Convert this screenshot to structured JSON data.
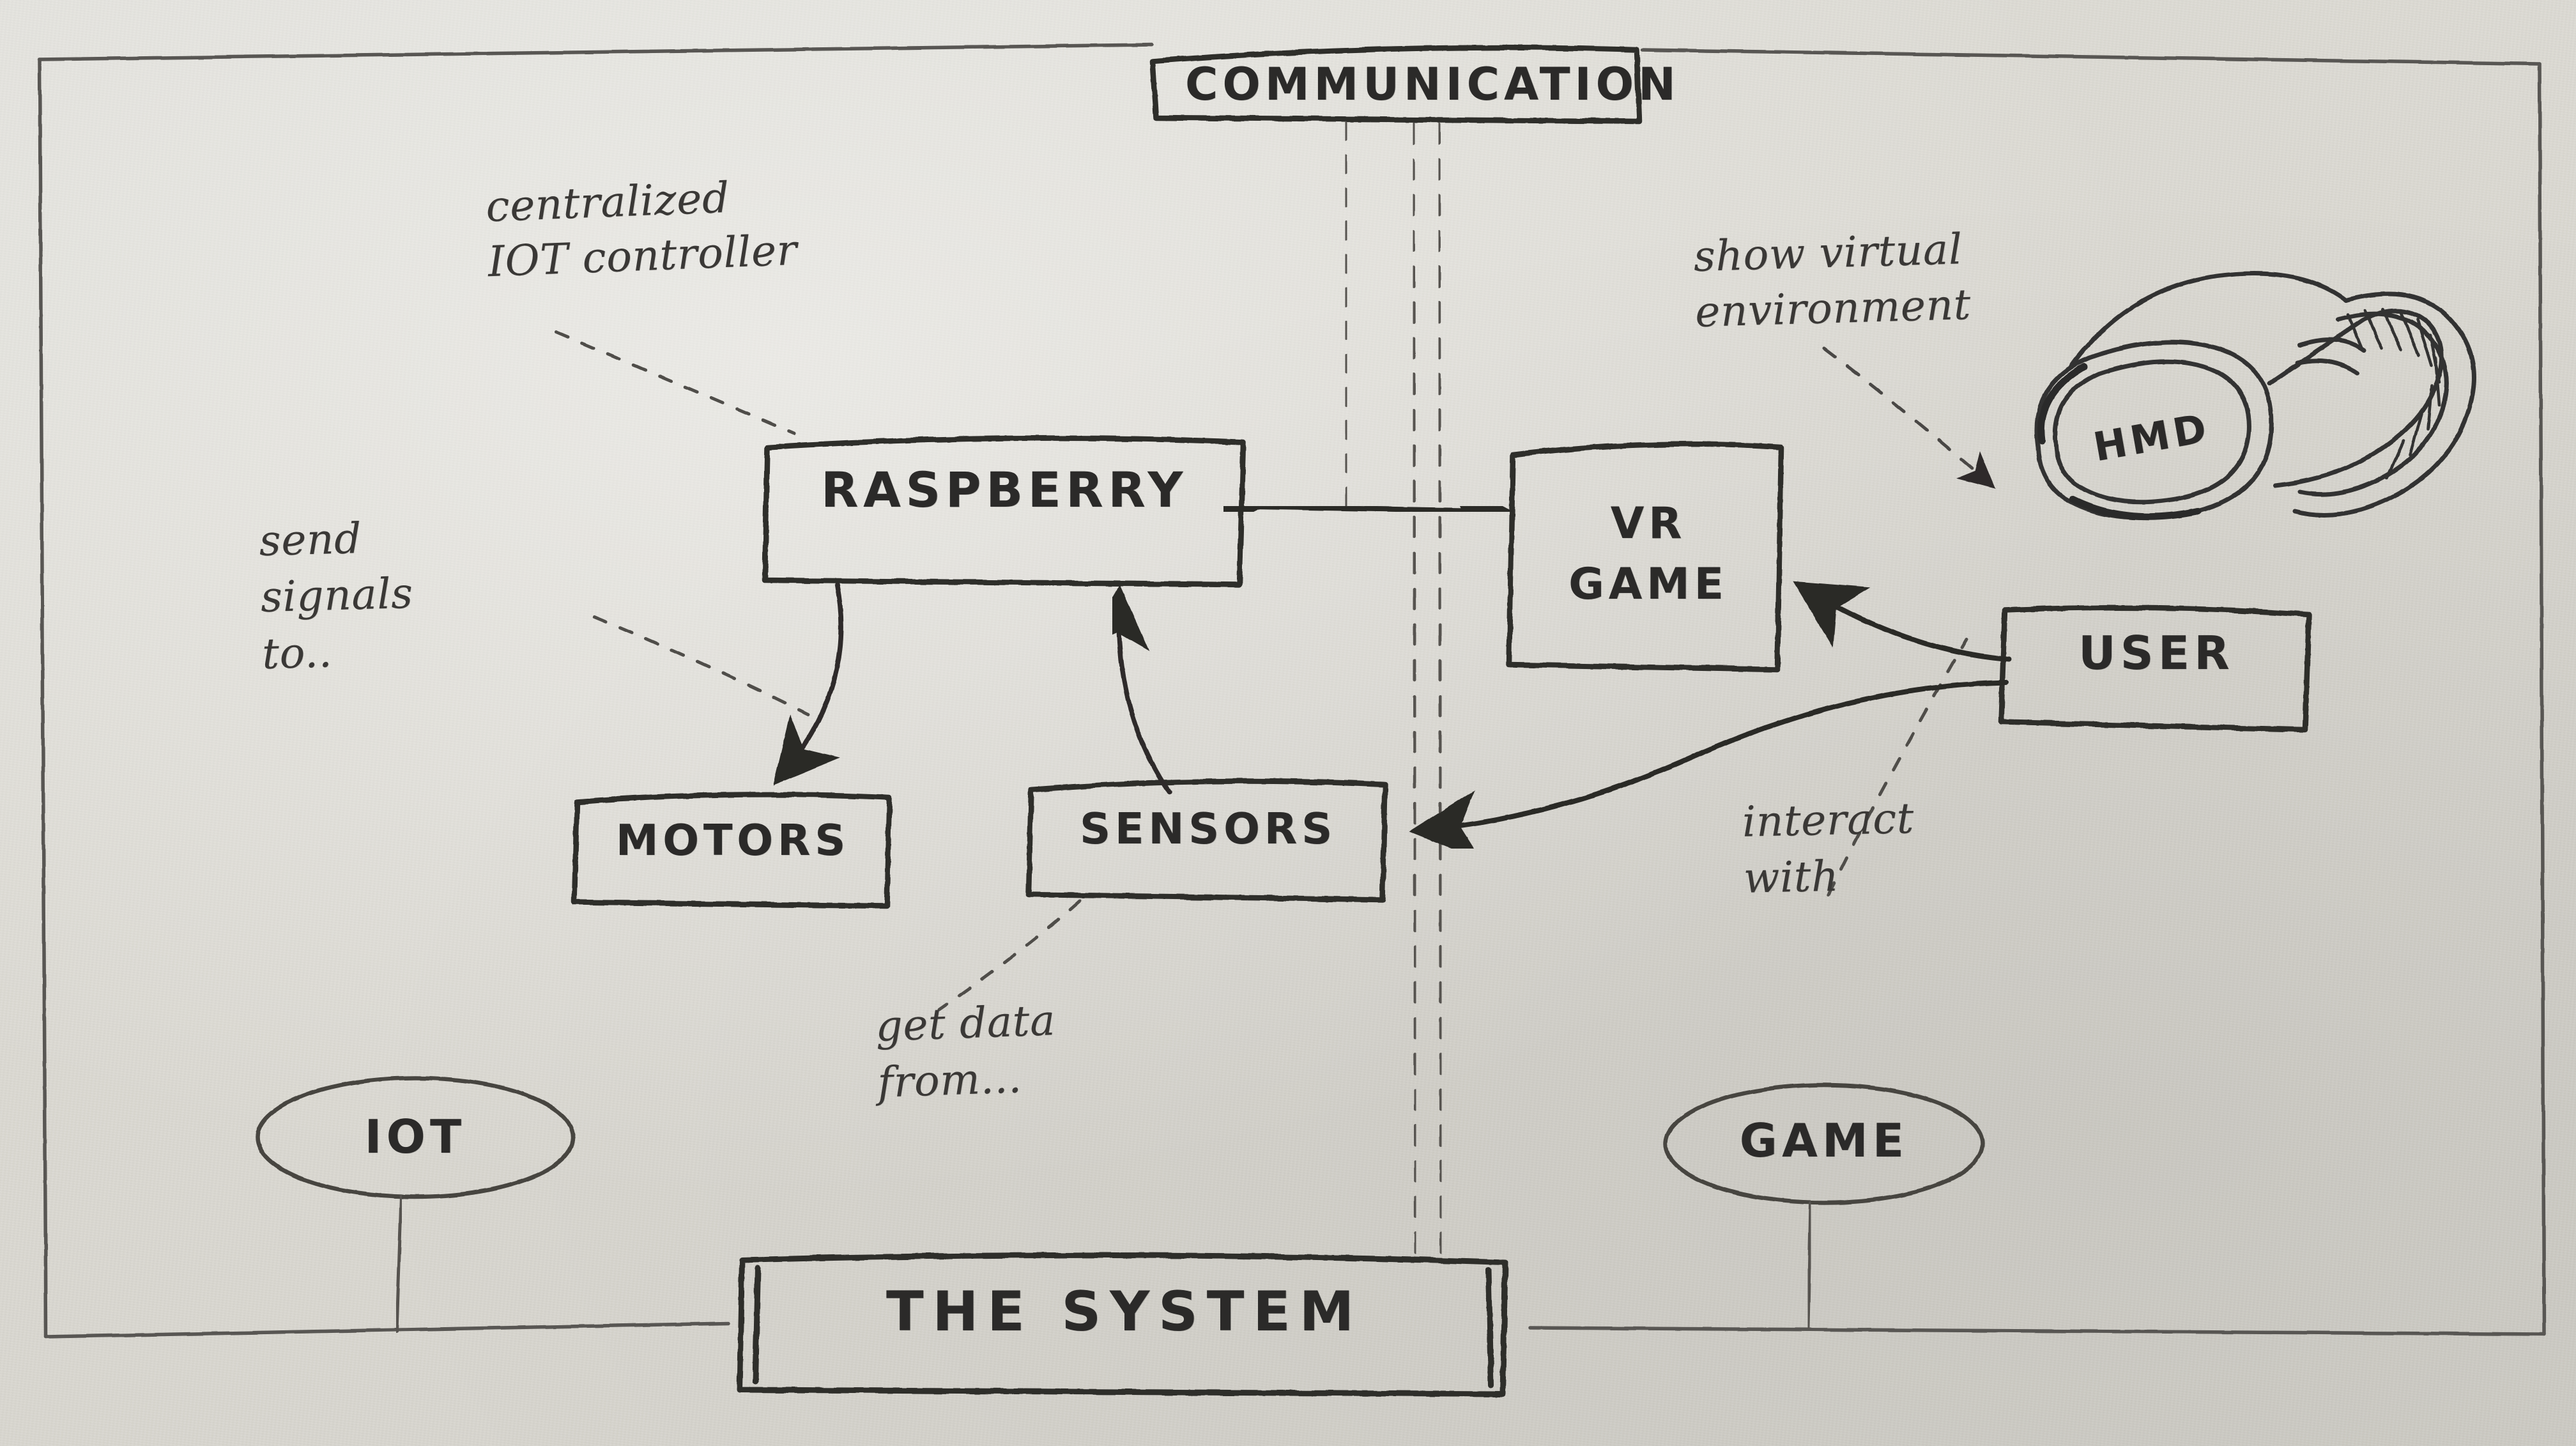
{
  "diagram": {
    "title_box": {
      "label": "THE SYSTEM"
    },
    "top_box": {
      "label": "COMMUNICATION"
    },
    "domains": [
      {
        "id": "iot",
        "label": "IOT"
      },
      {
        "id": "game",
        "label": "GAME"
      }
    ],
    "nodes": [
      {
        "id": "raspberry",
        "label": "RASPBERRY"
      },
      {
        "id": "motors",
        "label": "MOTORS"
      },
      {
        "id": "sensors",
        "label": "SENSORS"
      },
      {
        "id": "vr_game",
        "label": "VR\nGAME"
      },
      {
        "id": "user",
        "label": "USER"
      },
      {
        "id": "hmd",
        "label": "HMD"
      }
    ],
    "annotations": [
      {
        "id": "centralized",
        "text": "centralized\nIOT controller"
      },
      {
        "id": "send_signals",
        "text": "send\nsignals\nto.."
      },
      {
        "id": "get_data",
        "text": "get data\nfrom..."
      },
      {
        "id": "show_virtual",
        "text": "show virtual\nenvironment"
      },
      {
        "id": "interact",
        "text": "interact\nwith"
      }
    ],
    "colors": {
      "paper": "#dddcd6",
      "ink": "#3a3836",
      "ink_dark": "#2b2a29",
      "ink_light": "#6a6764"
    }
  }
}
